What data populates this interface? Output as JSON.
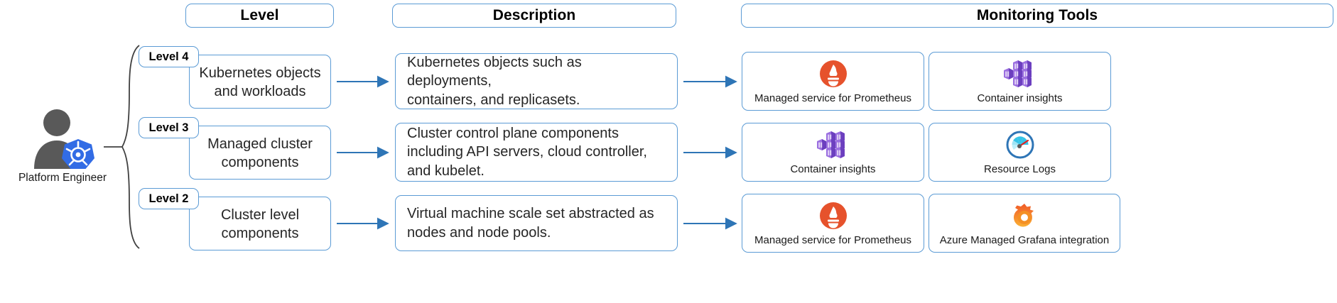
{
  "persona": {
    "label": "Platform Engineer",
    "person_icon": "person-icon",
    "badge_icon": "kubernetes-icon"
  },
  "headers": [
    {
      "id": "level",
      "label": "Level"
    },
    {
      "id": "description",
      "label": "Description"
    },
    {
      "id": "monitoring",
      "label": "Monitoring Tools"
    }
  ],
  "rows": [
    {
      "badge": "Level 4",
      "level_title": "Kubernetes objects\nand workloads",
      "description": "Kubernetes objects such as deployments,\ncontainers, and replicasets.",
      "tools": [
        {
          "label": "Managed service for Prometheus",
          "icon": "prometheus-icon"
        },
        {
          "label": "Container insights",
          "icon": "container-insights-icon"
        }
      ]
    },
    {
      "badge": "Level 3",
      "level_title": "Managed cluster\ncomponents",
      "description": "Cluster control plane components\nincluding API servers, cloud controller,\nand kubelet.",
      "tools": [
        {
          "label": "Container insights",
          "icon": "container-insights-icon"
        },
        {
          "label": "Resource Logs",
          "icon": "resource-logs-gauge-icon"
        }
      ]
    },
    {
      "badge": "Level 2",
      "level_title": "Cluster level\ncomponents",
      "description": "Virtual machine scale set abstracted as\nnodes and node pools.",
      "tools": [
        {
          "label": "Managed service for Prometheus",
          "icon": "prometheus-icon"
        },
        {
          "label": "Azure Managed Grafana integration",
          "icon": "grafana-icon"
        }
      ]
    }
  ],
  "colors": {
    "outline": "#5B9BD5",
    "arrow": "#2E75B6",
    "text": "#262626",
    "persona_gray": "#595959",
    "kubernetes_blue": "#326CE5",
    "prometheus_orange": "#E6522C",
    "container_purple": "#8C55D8",
    "gauge_blue": "#2E75B6",
    "grafana_orange": "#F46800",
    "brace": "#404040"
  }
}
